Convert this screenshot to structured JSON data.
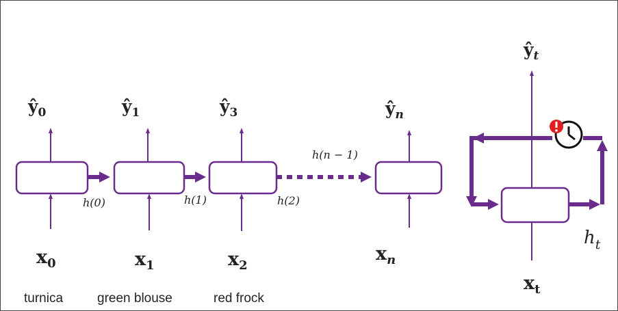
{
  "unrolled": {
    "outputs": [
      {
        "base": "ŷ",
        "sub": "0"
      },
      {
        "base": "ŷ",
        "sub": "1"
      },
      {
        "base": "ŷ",
        "sub": "3"
      },
      {
        "base": "ŷ",
        "sub": "n"
      }
    ],
    "inputs": [
      {
        "base": "x",
        "sub": "0"
      },
      {
        "base": "x",
        "sub": "1"
      },
      {
        "base": "x",
        "sub": "2"
      },
      {
        "base": "x",
        "sub": "n"
      }
    ],
    "hidden_labels": [
      "h(0)",
      "h(1)",
      "h(2)",
      "h(n − 1)"
    ],
    "words": [
      "turnica",
      "green blouse",
      "red frock"
    ]
  },
  "rolled": {
    "output": {
      "base": "ŷ",
      "sub": "t"
    },
    "input": {
      "base": "x",
      "sub": "t"
    },
    "hidden": {
      "base": "h",
      "sub": "t"
    },
    "icon": "delayed-clock-icon"
  },
  "colors": {
    "accent": "#6a2c8c",
    "alert": "#e02020",
    "text": "#222222"
  }
}
